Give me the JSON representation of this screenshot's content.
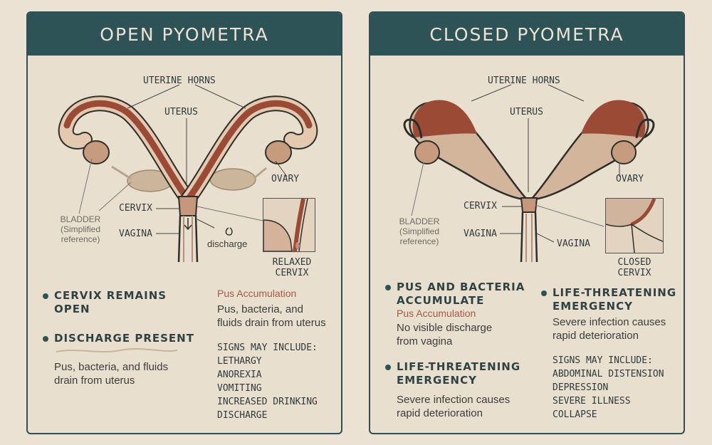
{
  "open": {
    "title": "OPEN PYOMETRA",
    "labels": {
      "uterine_horns": "UTERINE HORNS",
      "uterus": "UTERUS",
      "ovary": "OVARY",
      "cervix": "CERVIX",
      "vagina": "VAGINA",
      "discharge": "discharge",
      "bladder": "BLADDER",
      "bladder_note_1": "(Simplified",
      "bladder_note_2": "reference)",
      "inset_1": "RELAXED",
      "inset_2": "CERVIX"
    },
    "bullets": [
      {
        "head_1": "CERVIX REMAINS",
        "head_2": "OPEN"
      },
      {
        "head_1": "DISCHARGE PRESENT",
        "body_1": "Pus, bacteria, and fluids",
        "body_2": "drain from uterus"
      }
    ],
    "right": {
      "accent": "Pus Accumulation",
      "body_1": "Pus, bacteria, and",
      "body_2": "fluids drain from uterus",
      "signs_title": "SIGNS MAY INCLUDE:",
      "signs": [
        "LETHARGY",
        "ANOREXIA",
        "VOMITING",
        "INCREASED DRINKING",
        "DISCHARGE"
      ]
    }
  },
  "closed": {
    "title": "CLOSED PYOMETRA",
    "labels": {
      "uterine_horns": "UTERINE HORNS",
      "uterus": "UTERUS",
      "ovary": "OVARY",
      "cervix": "CERVIX",
      "vagina_left": "VAGINA",
      "vagina_right": "VAGINA",
      "bladder": "BLADDER",
      "bladder_note_1": "(Simplified",
      "bladder_note_2": "reference)",
      "inset_1": "CLOSED",
      "inset_2": "CERVIX"
    },
    "bullets": [
      {
        "head_1": "PUS AND BACTERIA",
        "head_2": "ACCUMULATE",
        "accent": "Pus Accumulation",
        "body_1": "No visible discharge",
        "body_2": "from vagina"
      },
      {
        "head_1": "LIFE-THREATENING",
        "head_2": "EMERGENCY",
        "body_1": "Severe infection causes",
        "body_2": "rapid deterioration"
      }
    ],
    "right": {
      "head_1": "LIFE-THREATENING",
      "head_2": "EMERGENCY",
      "body_1": "Severe infection causes",
      "body_2": "rapid deterioration",
      "signs_title": "SIGNS MAY INCLUDE:",
      "signs": [
        "ABDOMINAL DISTENSION",
        "DEPRESSION",
        "SEVERE ILLNESS",
        "COLLAPSE"
      ]
    }
  }
}
